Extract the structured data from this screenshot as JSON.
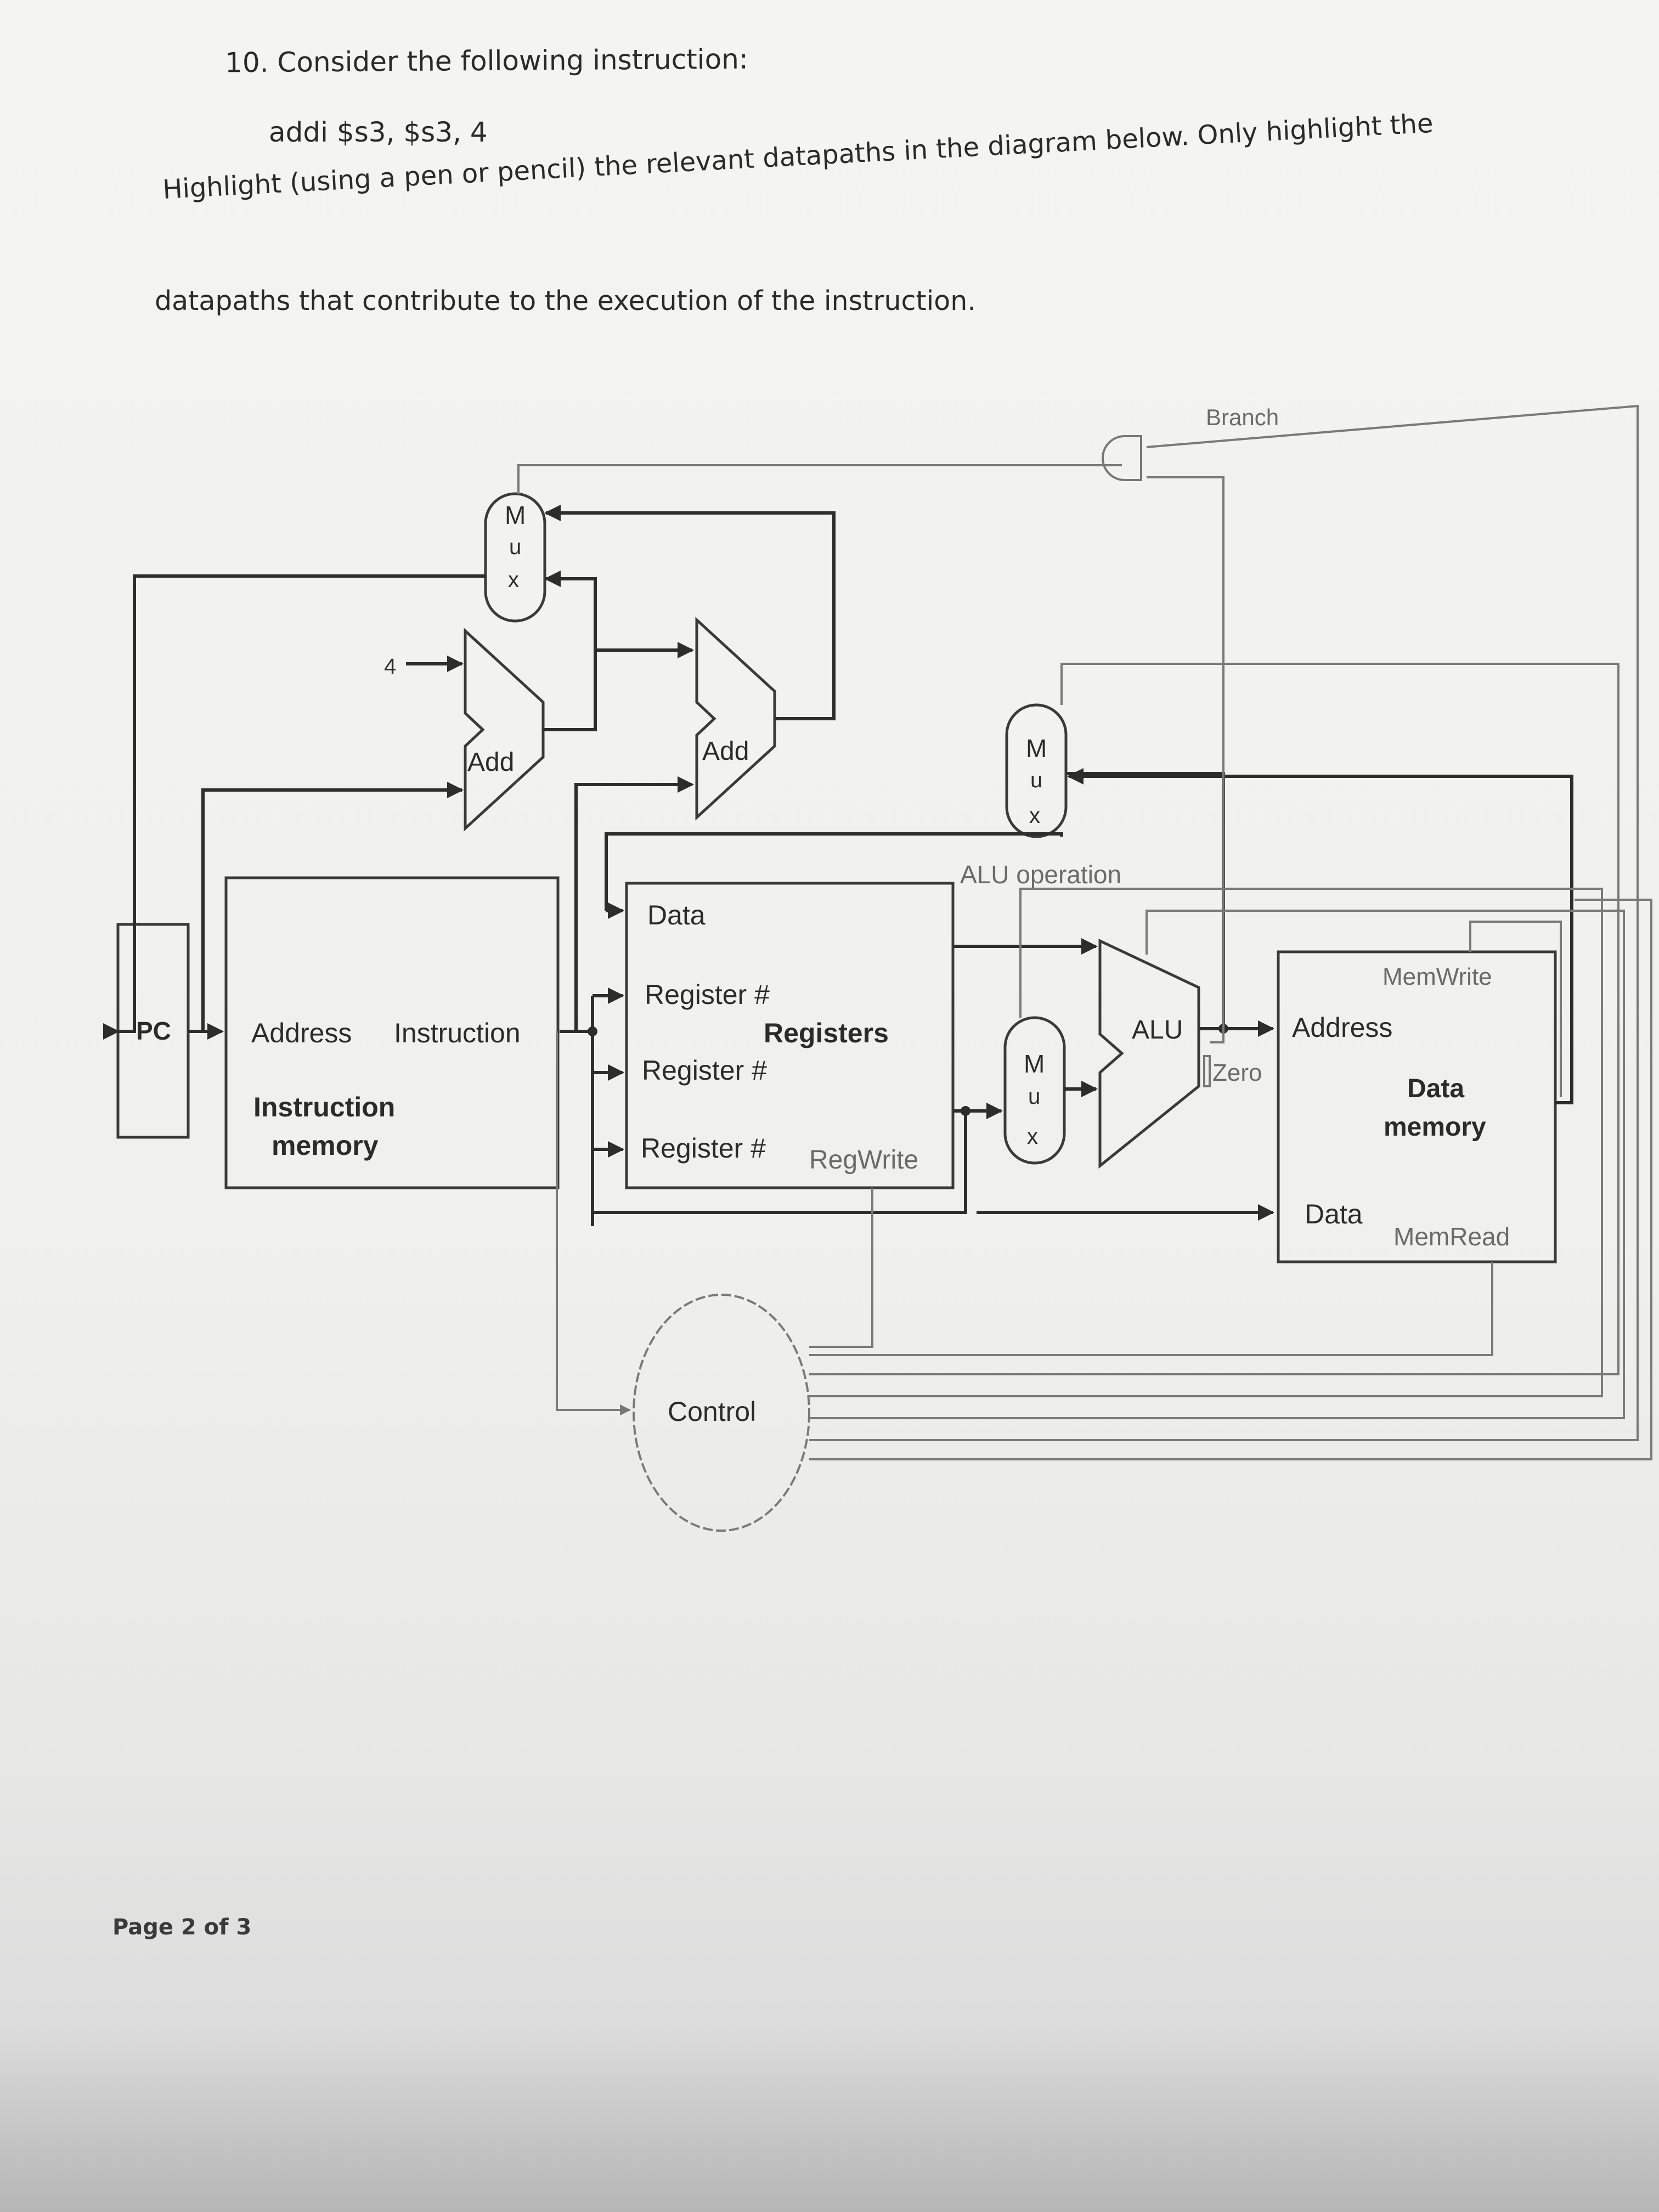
{
  "question": {
    "title": "10. Consider the following instruction:",
    "instruction": "addi $s3, $s3, 4",
    "line1": "Highlight (using a pen or pencil) the relevant datapaths in the diagram below.  Only highlight the",
    "line2": "datapaths that contribute to the execution of the instruction."
  },
  "diagram": {
    "branch": "Branch",
    "mux_m": "M",
    "mux_u": "u",
    "mux_x": "x",
    "four": "4",
    "add": "Add",
    "pc": "PC",
    "address": "Address",
    "instruction": "Instruction",
    "imem_line1": "Instruction",
    "imem_line2": "memory",
    "data": "Data",
    "register_hash": "Register #",
    "registers": "Registers",
    "regwrite": "RegWrite",
    "alu_operation": "ALU operation",
    "alu": "ALU",
    "zero": "Zero",
    "memwrite": "MemWrite",
    "dmem_address": "Address",
    "dmem_line1": "Data",
    "dmem_line2": "memory",
    "dmem_data": "Data",
    "memread": "MemRead",
    "control": "Control"
  },
  "footer": {
    "page": "Page 2 of 3"
  }
}
